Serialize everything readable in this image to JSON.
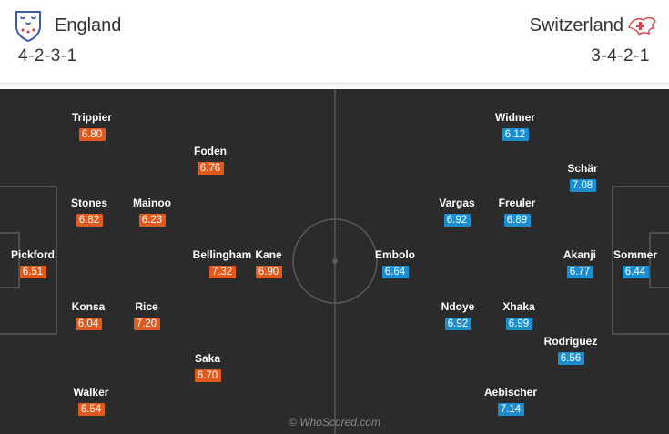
{
  "home": {
    "name": "England",
    "formation": "4-2-3-1",
    "rating_color": "#e05a1e",
    "crest_icon": "england-crest-icon",
    "players": [
      {
        "name": "Trippier",
        "rating": "6.80"
      },
      {
        "name": "Foden",
        "rating": "6.76"
      },
      {
        "name": "Stones",
        "rating": "6.82"
      },
      {
        "name": "Mainoo",
        "rating": "6.23"
      },
      {
        "name": "Pickford",
        "rating": "6.51"
      },
      {
        "name": "Bellingham",
        "rating": "7.32"
      },
      {
        "name": "Kane",
        "rating": "6.90"
      },
      {
        "name": "Konsa",
        "rating": "6.04"
      },
      {
        "name": "Rice",
        "rating": "7.20"
      },
      {
        "name": "Saka",
        "rating": "6.70"
      },
      {
        "name": "Walker",
        "rating": "6.54"
      }
    ]
  },
  "away": {
    "name": "Switzerland",
    "formation": "3-4-2-1",
    "rating_color": "#1b8ed1",
    "crest_icon": "switzerland-crest-icon",
    "players": [
      {
        "name": "Widmer",
        "rating": "6.12"
      },
      {
        "name": "Schär",
        "rating": "7.08"
      },
      {
        "name": "Vargas",
        "rating": "6.92"
      },
      {
        "name": "Freuler",
        "rating": "6.89"
      },
      {
        "name": "Embolo",
        "rating": "6.64"
      },
      {
        "name": "Akanji",
        "rating": "6.77"
      },
      {
        "name": "Sommer",
        "rating": "6.44"
      },
      {
        "name": "Ndoye",
        "rating": "6.92"
      },
      {
        "name": "Xhaka",
        "rating": "6.99"
      },
      {
        "name": "Rodriguez",
        "rating": "6.56"
      },
      {
        "name": "Aebischer",
        "rating": "7.14"
      }
    ]
  },
  "watermark": "© WhoScored.com",
  "colors": {
    "pitch": "#2b2b2b",
    "lines": "#5a5a5a"
  }
}
